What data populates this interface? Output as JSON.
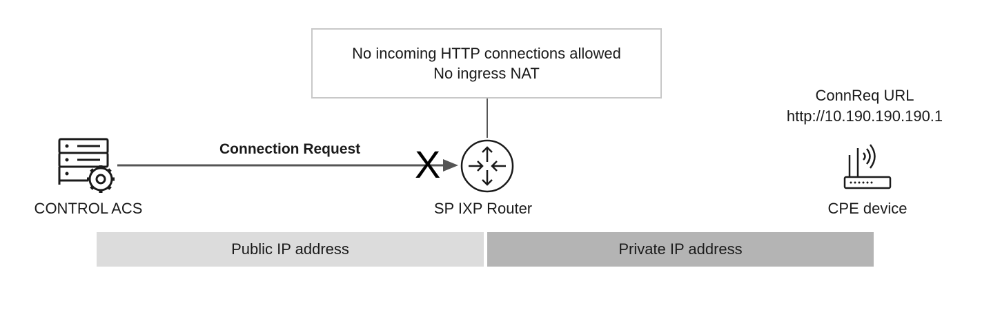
{
  "note": {
    "line1": "No incoming HTTP connections allowed",
    "line2": "No ingress NAT"
  },
  "cpe_info": {
    "line1": "ConnReq URL",
    "line2": "http://10.190.190.190.1"
  },
  "connection": {
    "label": "Connection Request",
    "blocked_mark": "X"
  },
  "nodes": {
    "acs": {
      "label": "CONTROL ACS",
      "icon": "server-gear-icon"
    },
    "router": {
      "label": "SP IXP Router",
      "icon": "router-icon"
    },
    "cpe": {
      "label": "CPE device",
      "icon": "wifi-router-icon"
    }
  },
  "bands": {
    "public": {
      "label": "Public IP address",
      "color": "#dcdcdc"
    },
    "private": {
      "label": "Private IP address",
      "color": "#b4b4b4"
    }
  },
  "colors": {
    "line": "#555555",
    "icon": "#1a1a1a",
    "note_border": "#c8c8c8"
  }
}
